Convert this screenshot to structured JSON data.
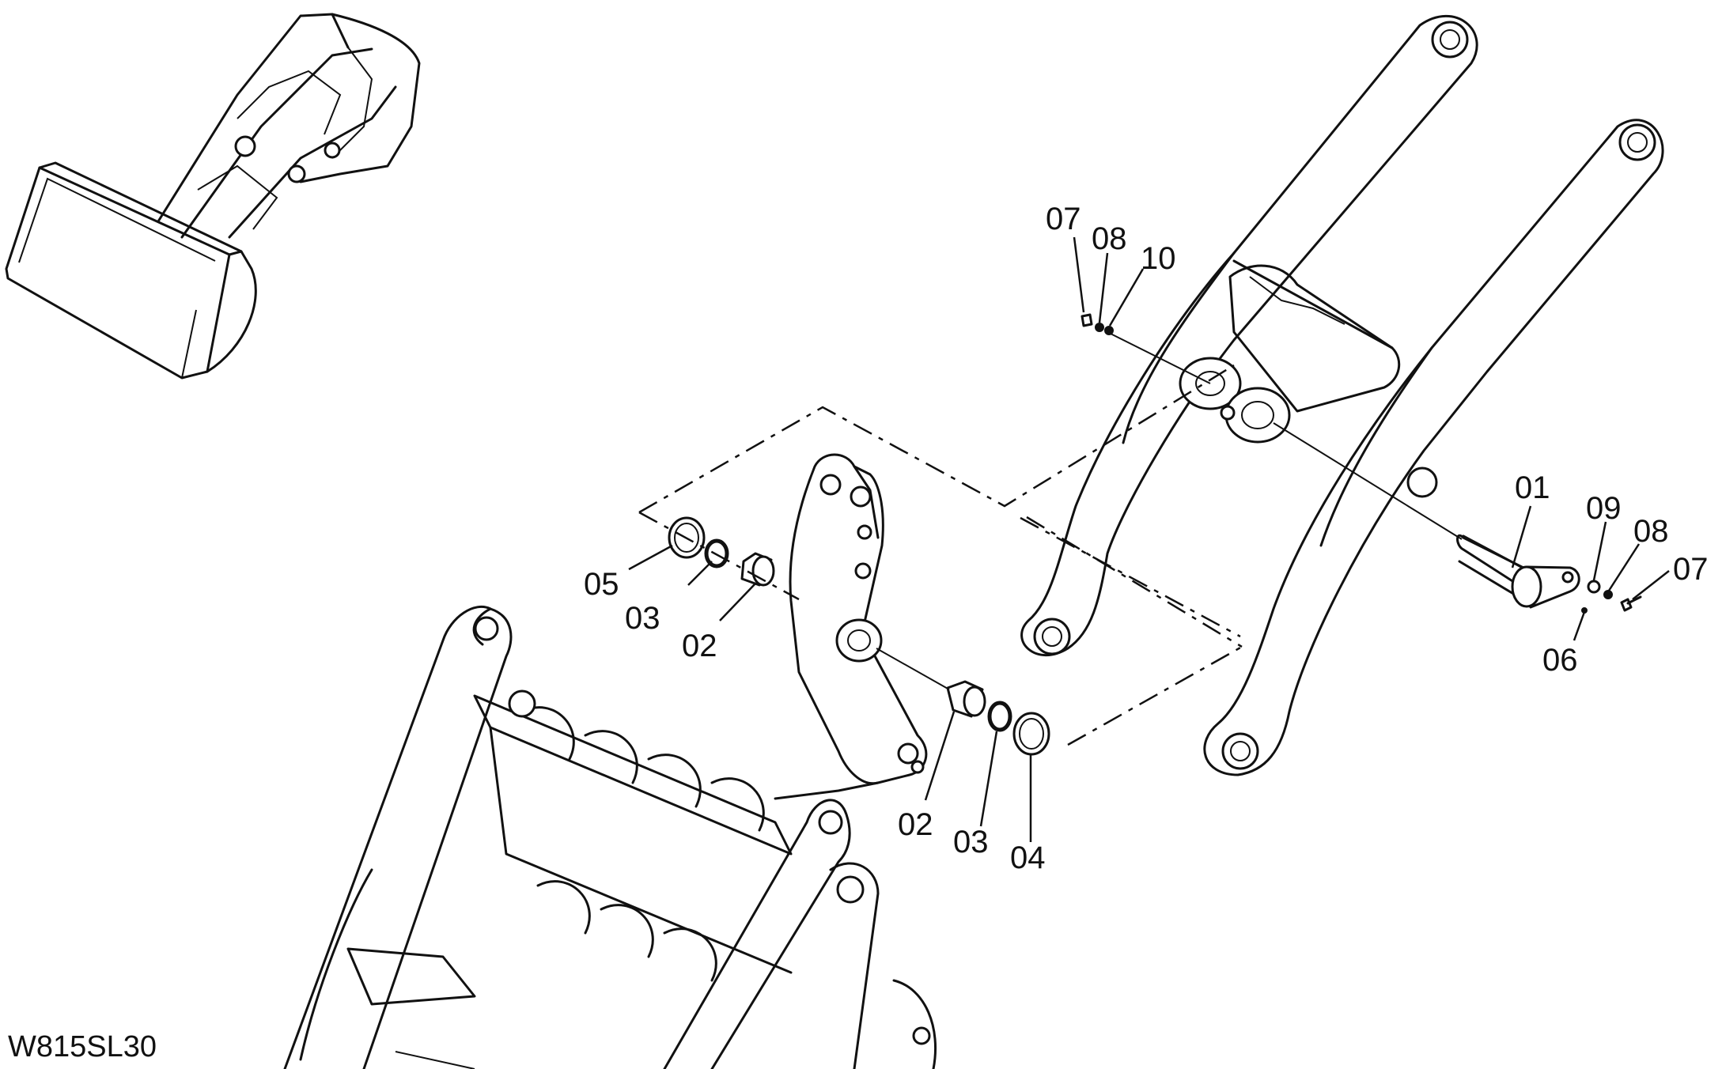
{
  "drawing_code": "W815SL30",
  "callouts": {
    "c01": "01",
    "c02a": "02",
    "c02b": "02",
    "c03a": "03",
    "c03b": "03",
    "c04": "04",
    "c05": "05",
    "c06": "06",
    "c07a": "07",
    "c07b": "07",
    "c08a": "08",
    "c08b": "08",
    "c09": "09",
    "c10": "10"
  },
  "colors": {
    "line": "#111111",
    "background": "#ffffff"
  }
}
